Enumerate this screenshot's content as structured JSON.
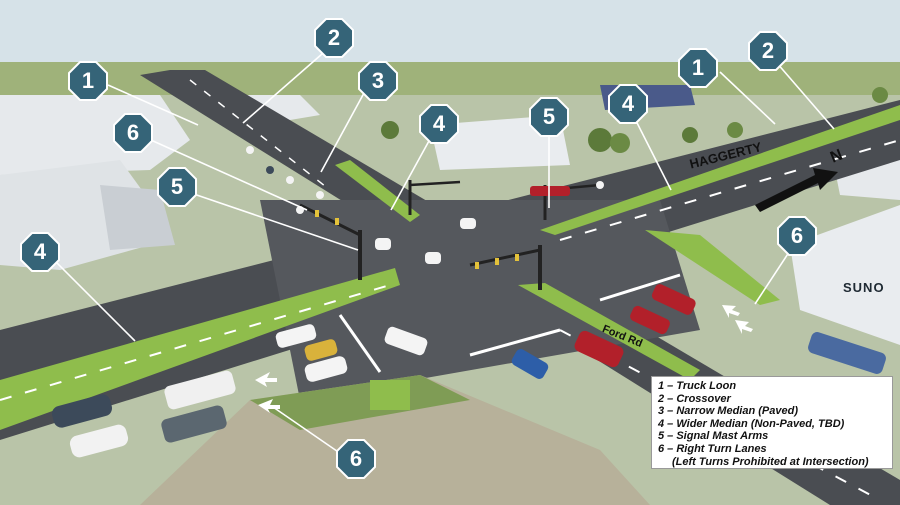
{
  "colors": {
    "sky": "#d6e2e8",
    "grass": "#8fbd4c",
    "asphalt": "#4a4d52",
    "callout_fill": "#356478",
    "callout_border": "#ffffff",
    "arrow": "#ffffff",
    "building": "#e6e9ec"
  },
  "road_labels": {
    "haggerty": "HAGGERTY",
    "ford_rd": "Ford Rd"
  },
  "north_arrow": {
    "label": "N",
    "icon": "north-arrow-icon"
  },
  "building_sign": "SUNO",
  "callouts": [
    {
      "label": "1"
    },
    {
      "label": "1"
    },
    {
      "label": "2"
    },
    {
      "label": "2"
    },
    {
      "label": "3"
    },
    {
      "label": "4"
    },
    {
      "label": "4"
    },
    {
      "label": "4"
    },
    {
      "label": "5"
    },
    {
      "label": "5"
    },
    {
      "label": "6"
    },
    {
      "label": "6"
    },
    {
      "label": "6"
    }
  ],
  "legend": {
    "items": [
      "1 – Truck Loon",
      "2 – Crossover",
      "3 – Narrow Median (Paved)",
      "4 – Wider Median (Non-Paved, TBD)",
      "5 – Signal Mast Arms",
      "6 – Right Turn Lanes",
      "(Left Turns Prohibited at Intersection)"
    ]
  }
}
